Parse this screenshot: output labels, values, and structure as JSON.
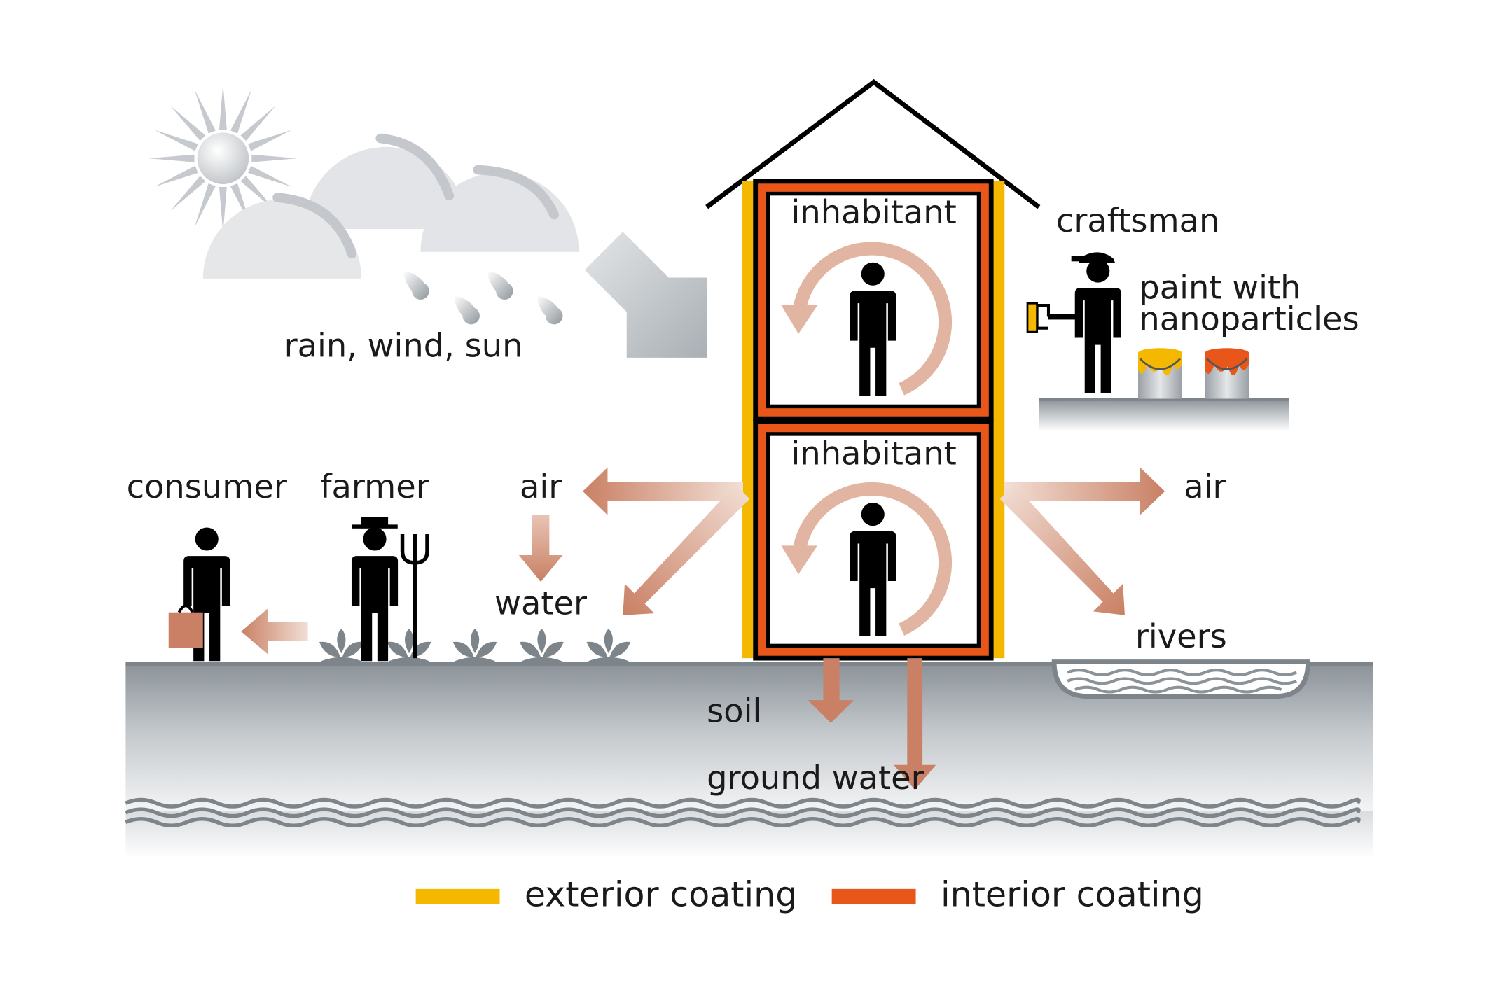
{
  "labels": {
    "weather": "rain, wind, sun",
    "inhabitant_top": "inhabitant",
    "inhabitant_bottom": "inhabitant",
    "craftsman": "craftsman",
    "paint_line1": "paint with",
    "paint_line2": "nanoparticles",
    "consumer": "consumer",
    "farmer": "farmer",
    "air_left": "air",
    "water": "water",
    "air_right": "air",
    "rivers": "rivers",
    "soil": "soil",
    "ground_water": "ground water"
  },
  "legend": {
    "exterior": {
      "label": "exterior coating",
      "color": "#f5b800"
    },
    "interior": {
      "label": "interior coating",
      "color": "#e8561a"
    }
  },
  "colors": {
    "flow_arrow": "#c98064",
    "cycle_arrow": "#e2b5a2",
    "ground": "#8e969c",
    "weather_arrow": "#b9bec3",
    "figure": "#000000"
  },
  "icons": [
    "sun-icon",
    "cloud-icon",
    "raindrop-icon",
    "person-icon",
    "plant-icon",
    "paint-bucket-icon",
    "paint-roller-icon",
    "pitchfork-icon",
    "shopping-bag-icon"
  ]
}
